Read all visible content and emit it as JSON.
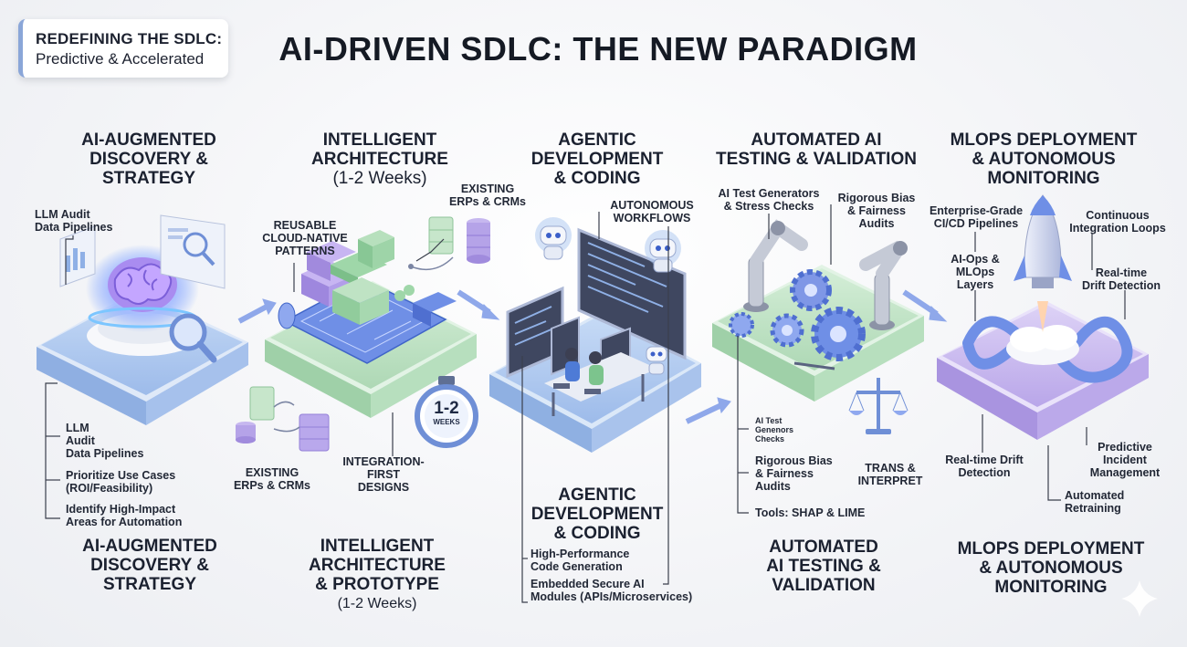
{
  "badge": {
    "line1": "REDEFINING THE SDLC:",
    "line2": "Predictive & Accelerated"
  },
  "title": "AI-DRIVEN SDLC: THE NEW PARADIGM",
  "stage1": {
    "heading": [
      "AI-AUGMENTED",
      "DISCOVERY &",
      "STRATEGY"
    ],
    "callout": [
      "LLM Audit",
      "Data Pipelines"
    ],
    "list": [
      [
        "LLM",
        "Audit",
        "Data Pipelines"
      ],
      [
        "Prioritize Use Cases",
        "(ROI/Feasibility)"
      ],
      [
        "Identify High-Impact",
        "Areas for Automation"
      ]
    ],
    "footer": [
      "AI-AUGMENTED",
      "DISCOVERY &",
      "STRATEGY"
    ]
  },
  "stage2": {
    "heading": [
      "INTELLIGENT",
      "ARCHITECTURE"
    ],
    "heading_sub": "(1-2 Weeks)",
    "callout_patterns": [
      "REUSABLE",
      "CLOUD-NATIVE",
      "PATTERNS"
    ],
    "callout_erp_top": [
      "EXISTING",
      "ERPs & CRMs"
    ],
    "callout_erp_bottom": [
      "EXISTING",
      "ERPs & CRMs"
    ],
    "callout_integration": [
      "INTEGRATION-",
      "FIRST",
      "DESIGNS"
    ],
    "timer_value": "1-2",
    "timer_unit": "WEEKS",
    "footer": [
      "INTELLIGENT",
      "ARCHITECTURE",
      "& PROTOTYPE"
    ],
    "footer_sub": "(1-2 Weeks)"
  },
  "stage3": {
    "heading": [
      "AGENTIC",
      "DEVELOPMENT",
      "& CODING"
    ],
    "callout_workflows": [
      "AUTONOMOUS",
      "WORKFLOWS"
    ],
    "footer": [
      "AGENTIC",
      "DEVELOPMENT",
      "& CODING"
    ],
    "list": [
      [
        "High-Performance",
        "Code Generation"
      ],
      [
        "Embedded Secure AI",
        "Modules (APIs/Microservices)"
      ]
    ]
  },
  "stage4": {
    "heading": [
      "AUTOMATED AI",
      "TESTING & VALIDATION"
    ],
    "callout_gen": [
      "AI Test Generators",
      "& Stress Checks"
    ],
    "callout_bias_top": [
      "Rigorous Bias",
      "& Fairness",
      "Audits"
    ],
    "callout_gen_small": [
      "AI Test",
      "Genenors",
      "Checks"
    ],
    "callout_bias_bottom": [
      "Rigorous Bias",
      "& Fairness",
      "Audits"
    ],
    "callout_trans": [
      "TRANS &",
      "INTERPRET"
    ],
    "callout_tools": "Tools: SHAP & LIME",
    "footer": [
      "AUTOMATED",
      "AI TESTING &  VALIDATION"
    ]
  },
  "stage5": {
    "heading": [
      "MLOPS DEPLOYMENT",
      "& AUTONOMOUS",
      "MONITORING"
    ],
    "callout_cicd": [
      "Enterprise-Grade",
      "CI/CD Pipelines"
    ],
    "callout_loops": [
      "Continuous",
      "Integration Loops"
    ],
    "callout_aiops": [
      "AI-Ops &",
      "MLOps",
      "Layers"
    ],
    "callout_drift_top": [
      "Real-time",
      "Drift Detection"
    ],
    "callout_drift_bottom": [
      "Real-time Drift",
      "Detection"
    ],
    "callout_incident": [
      "Predictive",
      "Incident",
      "Management"
    ],
    "callout_retrain": [
      "Automated",
      "Retraining"
    ],
    "footer": [
      "MLOPS DEPLOYMENT",
      "& AUTONOMOUS",
      "MONITORING"
    ]
  },
  "colors": {
    "platform_blue": "#a9c6ef",
    "platform_green": "#bfe3c4",
    "platform_purple": "#c9b9ee",
    "accent_blue": "#6f8fd6",
    "leader_line": "#3a3f4c"
  },
  "icons": [
    "brain-icon",
    "blueprint-icon",
    "lego-blocks-icon",
    "database-icon",
    "stopwatch-icon",
    "robot-icon",
    "code-monitor-icon",
    "developer-icon",
    "robot-arm-icon",
    "gear-icon",
    "scales-icon",
    "rocket-icon",
    "infinity-loop-icon",
    "magnifier-icon",
    "sparkle-icon"
  ]
}
